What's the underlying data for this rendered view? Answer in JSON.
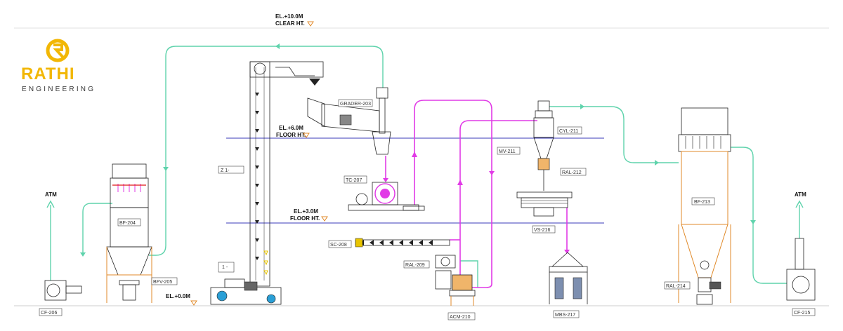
{
  "logo": {
    "brand": "RATHI",
    "subtitle": "ENGINEERING"
  },
  "levels": {
    "clear_height": {
      "line1": "EL.+10.0M",
      "line2": "CLEAR HT."
    },
    "floor_6": {
      "line1": "EL.+6.0M",
      "line2": "FLOOR HT."
    },
    "floor_3": {
      "line1": "EL.+3.0M",
      "line2": "FLOOR HT."
    },
    "ground": {
      "line1": "EL.+0.0M"
    }
  },
  "atm_labels": {
    "left": "ATM",
    "right": "ATM"
  },
  "tags": {
    "grader": "GRADER-203",
    "tc": "TC-207",
    "sc": "SC-208",
    "ral_209": "RAL-209",
    "acm": "ACM-210",
    "mv": "MV-211",
    "cyl": "CYL-211",
    "ral_212": "RAL-212",
    "vs": "VS-216",
    "mbs": "MBS-217",
    "bf_204": "BF-204",
    "bfv": "BFV-205",
    "cf_206": "CF-206",
    "bf_213": "BF-213",
    "ral_214": "RAL-214",
    "cf_215": "CF-215",
    "elevator": "Z 1-",
    "feed_hopper": "1 -"
  },
  "colors": {
    "air_line": "#5fd3ac",
    "product_line": "#e13be6",
    "equipment": "#e08a2a",
    "level_line": "#3a3ab8",
    "logo": "#f2b705"
  }
}
